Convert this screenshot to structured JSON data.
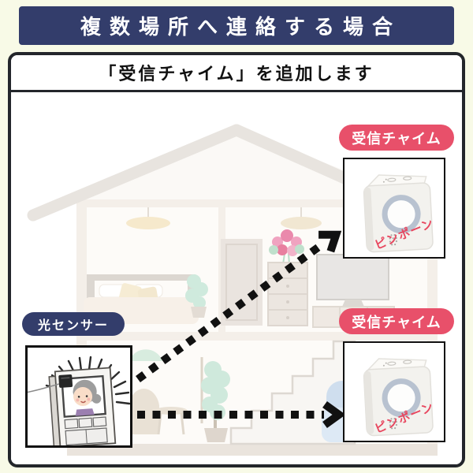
{
  "colors": {
    "page_bg": "#f8fae7",
    "navy": "#333d6b",
    "pink": "#e8506a",
    "red_sound": "#e8475f",
    "panel_border": "#23262b"
  },
  "banner": {
    "title": "複数場所へ連絡する場合"
  },
  "panel": {
    "title": "「受信チャイム」を追加します"
  },
  "sensor": {
    "label": "光センサー"
  },
  "chimes": {
    "top": {
      "label": "受信チャイム",
      "sound": "ピンポーン"
    },
    "bottom": {
      "label": "受信チャイム",
      "sound": "ピンポーン"
    }
  }
}
